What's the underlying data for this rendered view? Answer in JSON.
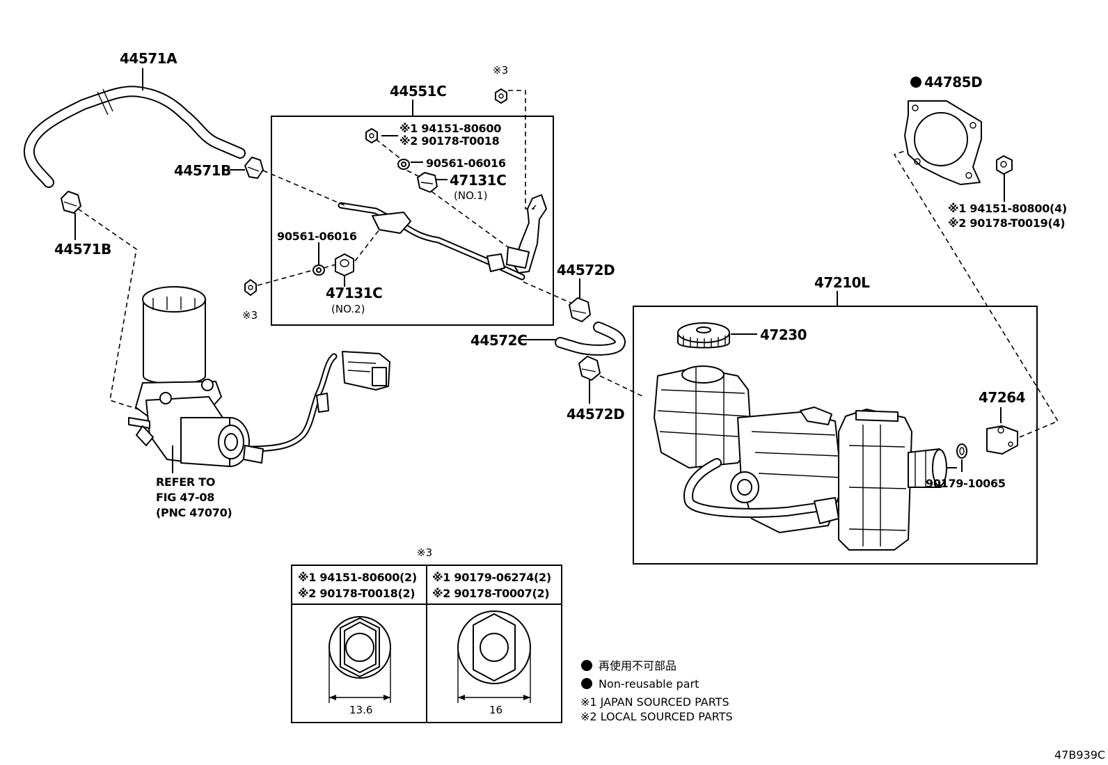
{
  "labels": {
    "p44571A": "44571A",
    "p44571B_top": "44571B",
    "p44571B_left": "44571B",
    "p44551C": "44551C",
    "note3_top": "※3",
    "nut_line1": "※1 94151-80600",
    "nut_line2": "※2 90178-T0018",
    "p90561_a": "90561-06016",
    "p47131C_1": "47131C",
    "no1": "(NO.1)",
    "p90561_b": "90561-06016",
    "p47131C_2": "47131C",
    "no2": "(NO.2)",
    "note3_left": "※3",
    "p44785D": "44785D",
    "gasket_line1": "※1 94151-80800(4)",
    "gasket_line2": "※2 90178-T0019(4)",
    "p44572D_top": "44572D",
    "p44572C": "44572C",
    "p44572D_bot": "44572D",
    "p47210L": "47210L",
    "p47230": "47230",
    "p47264": "47264",
    "p90179": "90179-10065",
    "refer1": "REFER TO",
    "refer2": "FIG 47-08",
    "refer3": "(PNC 47070)"
  },
  "table": {
    "title": "※3",
    "col1_line1": "※1 94151-80600(2)",
    "col1_line2": "※2 90178-T0018(2)",
    "col2_line1": "※1 90179-06274(2)",
    "col2_line2": "※2 90178-T0007(2)",
    "dim1": "13.6",
    "dim2": "16"
  },
  "legend": {
    "jp": "再使用不可部品",
    "nonreusable": "Non-reusable part",
    "note1": "※1 JAPAN SOURCED PARTS",
    "note2": "※2 LOCAL SOURCED PARTS"
  },
  "figure_id": "47B939C"
}
